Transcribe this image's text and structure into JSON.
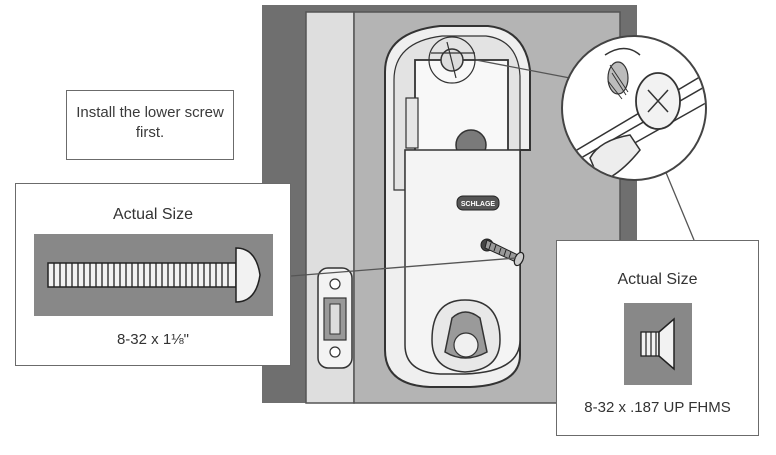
{
  "instruction": {
    "text": "Install the lower screw first."
  },
  "lower_screw": {
    "title": "Actual Size",
    "size": "8-32 x 1⅛\""
  },
  "upper_screw": {
    "title": "Actual Size",
    "size": "8-32 x .187 UP FHMS"
  },
  "lock_brand": "SCHLAGE",
  "colors": {
    "wall": "#6e6e6e",
    "door_face": "#b3b3b3",
    "edge": "#dcdcdc",
    "lock": "#eeeeee",
    "swatch": "#888888"
  }
}
